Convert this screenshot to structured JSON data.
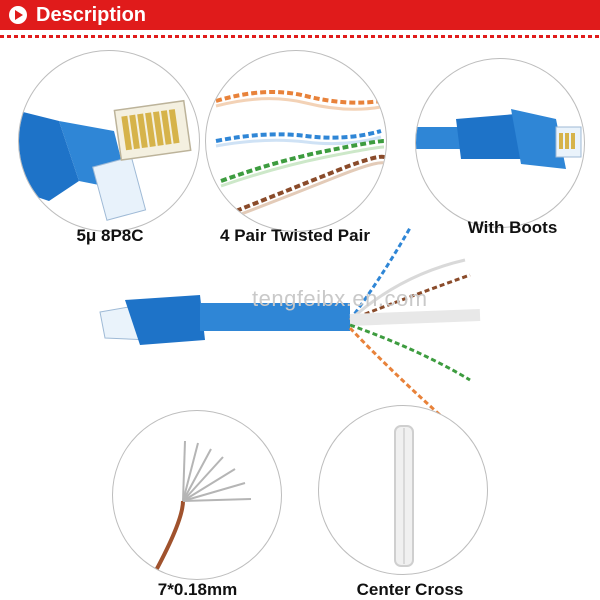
{
  "header": {
    "title": "Description"
  },
  "captions": {
    "connector": "5μ 8P8C",
    "pairs": "4 Pair Twisted Pair",
    "boots": "With Boots",
    "strands": "7*0.18mm",
    "cross": "Center Cross"
  },
  "watermark": "tengfeibx.en.com",
  "colors": {
    "header_red": "#e01b1b",
    "cable_blue": "#2f86d6",
    "boot_blue": "#1e73c8",
    "orange": "#e8823a",
    "green": "#3d9c3f",
    "brown": "#8a4b2a"
  }
}
